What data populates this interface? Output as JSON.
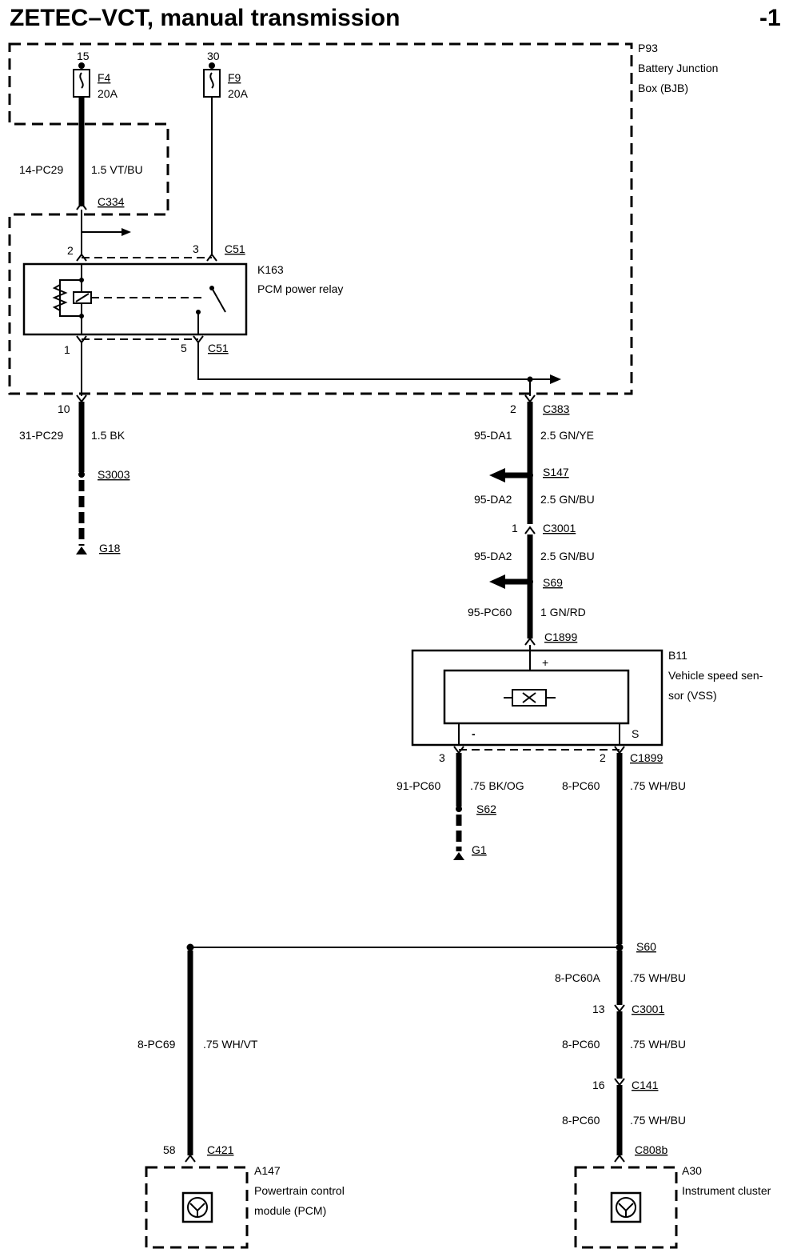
{
  "title": "ZETEC–VCT, manual transmission",
  "page_number": "-1",
  "bjb": {
    "id": "P93",
    "name_line1": "Battery Junction",
    "name_line2": "Box (BJB)"
  },
  "fuses": [
    {
      "pin": "15",
      "name": "F4",
      "rating": "20A"
    },
    {
      "pin": "30",
      "name": "F9",
      "rating": "20A"
    }
  ],
  "relay": {
    "id": "K163",
    "name": "PCM power relay",
    "connector": "C51"
  },
  "pins": {
    "relay_2": "2",
    "relay_3": "3",
    "relay_1": "1",
    "relay_5": "5",
    "c334_10": "10",
    "c383_2": "2",
    "c3001_1": "1",
    "vss_3": "3",
    "vss_2": "2",
    "c3001_13": "13",
    "c141_16": "16",
    "pcm_58": "58"
  },
  "connectors": {
    "c334": "C334",
    "c51_top": "C51",
    "c51_bottom": "C51",
    "c383": "C383",
    "c3001_a": "C3001",
    "c1899_top": "C1899",
    "c1899_bottom": "C1899",
    "c3001_b": "C3001",
    "c141": "C141",
    "c421": "C421",
    "c808b": "C808b"
  },
  "splices": {
    "s3003": "S3003",
    "s147": "S147",
    "s69": "S69",
    "s62": "S62",
    "s60": "S60"
  },
  "grounds": {
    "g18": "G18",
    "g1": "G1"
  },
  "wires": {
    "w1_id": "14-PC29",
    "w1_spec": "1.5 VT/BU",
    "w2_id": "31-PC29",
    "w2_spec": "1.5 BK",
    "w3_id": "95-DA1",
    "w3_spec": "2.5 GN/YE",
    "w4_id": "95-DA2",
    "w4_spec": "2.5 GN/BU",
    "w5_id": "95-DA2",
    "w5_spec": "2.5 GN/BU",
    "w6_id": "95-PC60",
    "w6_spec": "1 GN/RD",
    "w7_id": "91-PC60",
    "w7_spec": ".75 BK/OG",
    "w8_id": "8-PC60",
    "w8_spec": ".75 WH/BU",
    "w9_id": "8-PC69",
    "w9_spec": ".75 WH/VT",
    "w10_id": "8-PC60A",
    "w10_spec": ".75 WH/BU",
    "w11_id": "8-PC60",
    "w11_spec": ".75 WH/BU",
    "w12_id": "8-PC60",
    "w12_spec": ".75 WH/BU"
  },
  "vss": {
    "id": "B11",
    "line1": "Vehicle speed sen-",
    "line2": "sor (VSS)",
    "plus": "+",
    "minus": "-",
    "signal": "S"
  },
  "pcm": {
    "id": "A147",
    "line1": "Powertrain control",
    "line2": "module (PCM)"
  },
  "cluster": {
    "id": "A30",
    "line1": "Instrument cluster"
  }
}
